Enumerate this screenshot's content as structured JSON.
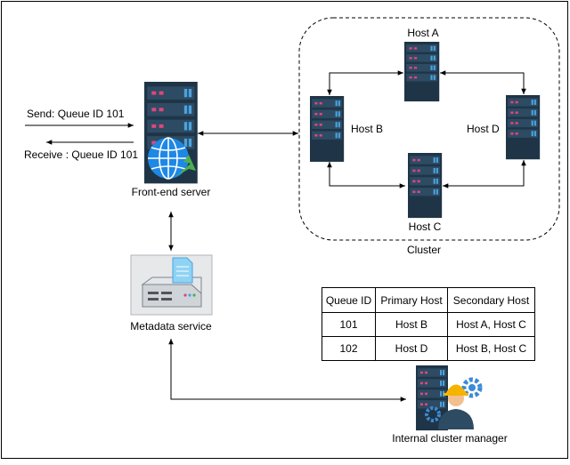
{
  "labels": {
    "send": "Send: Queue ID 101",
    "receive": "Receive : Queue ID 101",
    "frontend": "Front-end server",
    "metadata": "Metadata service",
    "cluster": "Cluster",
    "manager": "Internal cluster manager"
  },
  "hosts": {
    "a": "Host A",
    "b": "Host B",
    "c": "Host C",
    "d": "Host D"
  },
  "table": {
    "headers": [
      "Queue ID",
      "Primary Host",
      "Secondary Host"
    ],
    "rows": [
      [
        "101",
        "Host B",
        "Host A, Host C"
      ],
      [
        "102",
        "Host D",
        "Host B, Host C"
      ]
    ]
  },
  "colors": {
    "server_dark": "#1f3547",
    "server_panel": "#2d4b63",
    "server_slot": "#4a6b85",
    "led_red": "#e0457b",
    "led_blue": "#4aa3df",
    "globe": "#1e88e5",
    "arrow_green": "#4caf50",
    "helmet": "#f5b400",
    "gear": "#3b8bd6",
    "skin": "#f2c08f",
    "doc": "#8fd3f4"
  }
}
